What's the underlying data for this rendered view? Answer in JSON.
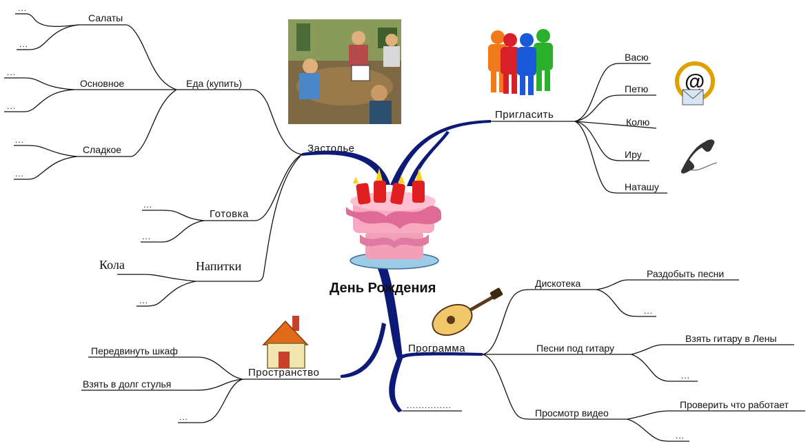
{
  "center": {
    "title": "День Рождения"
  },
  "branches": {
    "zastolye": {
      "label": "Застолье",
      "eda": {
        "label": "Еда (купить)",
        "salaty": {
          "label": "Салаты",
          "items": [
            "...",
            "..."
          ]
        },
        "osnovnoe": {
          "label": "Основное",
          "items": [
            "...",
            "..."
          ]
        },
        "sladkoe": {
          "label": "Сладкое",
          "items": [
            "...",
            "..."
          ]
        }
      },
      "gotovka": {
        "label": "Готовка",
        "items": [
          "...",
          "..."
        ]
      },
      "napitki": {
        "label": "Напитки",
        "items": [
          "Кола",
          "..."
        ]
      }
    },
    "priglasit": {
      "label": "Пригласить",
      "people": [
        "Васю",
        "Петю",
        "Колю",
        "Иру",
        "Наташу"
      ]
    },
    "programma": {
      "label": "Программа",
      "diskoteka": {
        "label": "Дискотека",
        "items": [
          "Раздобыть песни",
          "..."
        ]
      },
      "pesni": {
        "label": "Песни под гитару",
        "items": [
          "Взять гитару в Лены",
          "..."
        ]
      },
      "video": {
        "label": "Просмотр видео",
        "items": [
          "Проверить что работает",
          "..."
        ]
      }
    },
    "prostranstvo": {
      "label": "Пространство",
      "items": [
        "Передвинуть шкаф",
        "Взять в долг стулья",
        "..."
      ]
    },
    "extra": {
      "label": "..............."
    }
  },
  "icons": [
    "birthday-cake-icon",
    "people-group-icon",
    "email-at-icon",
    "telephone-icon",
    "meeting-table-icon",
    "guitar-icon",
    "house-icon"
  ]
}
